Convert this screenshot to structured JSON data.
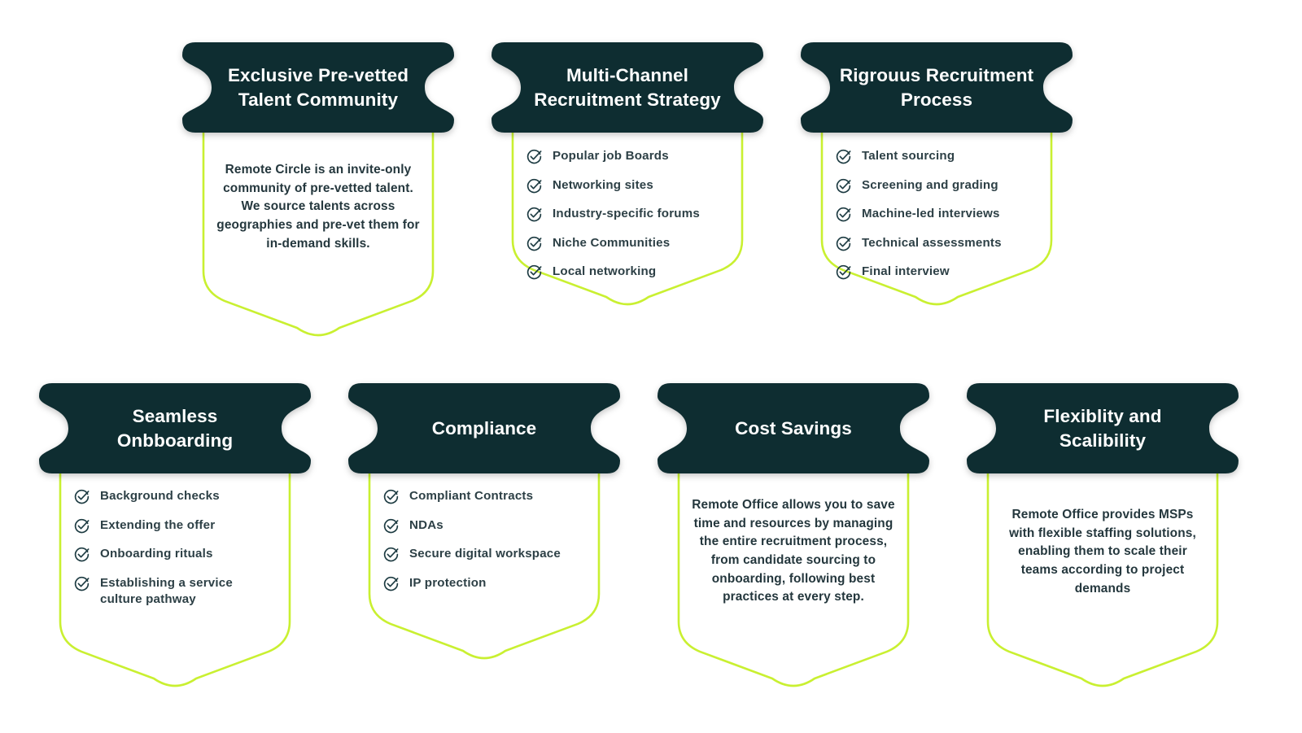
{
  "theme": {
    "background": "#ffffff",
    "ribbon_fill": "#0e2d31",
    "ribbon_text": "#ffffff",
    "accent_green": "#c9f031",
    "body_text": "#24373d",
    "list_text": "#2d4046",
    "check_icon_color": "#1d3b42"
  },
  "icons": {
    "check": "check-circle-icon"
  },
  "cards": [
    {
      "id": "exclusive-pre-vetted-talent-community",
      "title": "Exclusive Pre-vetted\nTalent Community",
      "title_line1": "Exclusive Pre-vetted",
      "title_line2": "Talent Community",
      "body_type": "paragraph",
      "paragraph": "Remote Circle is an invite-only community of pre-vetted talent. We source talents across geographies and pre-vet them for in-demand skills.",
      "items": []
    },
    {
      "id": "multi-channel-recruitment-strategy",
      "title": "Multi-Channel\nRecruitment Strategy",
      "title_line1": "Multi-Channel",
      "title_line2": "Recruitment Strategy",
      "body_type": "checklist",
      "paragraph": "",
      "items": [
        "Popular job Boards",
        "Networking sites",
        "Industry-specific forums",
        "Niche Communities",
        "Local networking"
      ]
    },
    {
      "id": "rigrouus-recruitment-process",
      "title": "Rigrouus Recruitment\nProcess",
      "title_line1": "Rigrouus Recruitment",
      "title_line2": "Process",
      "body_type": "checklist",
      "paragraph": "",
      "items": [
        "Talent sourcing",
        "Screening and grading",
        "Machine-led interviews",
        "Technical assessments",
        "Final interview"
      ]
    },
    {
      "id": "seamless-onbboarding",
      "title": "Seamless Onbboarding",
      "title_line1": "Seamless Onbboarding",
      "title_line2": "",
      "body_type": "checklist",
      "paragraph": "",
      "items": [
        "Background checks",
        "Extending the offer",
        "Onboarding rituals",
        "Establishing a service\nculture pathway"
      ]
    },
    {
      "id": "compliance",
      "title": "Compliance",
      "title_line1": "Compliance",
      "title_line2": "",
      "body_type": "checklist",
      "paragraph": "",
      "items": [
        "Compliant Contracts",
        "NDAs",
        "Secure digital workspace",
        "IP protection"
      ]
    },
    {
      "id": "cost-savings",
      "title": "Cost Savings",
      "title_line1": "Cost Savings",
      "title_line2": "",
      "body_type": "paragraph",
      "paragraph": "Remote Office allows you to save time and resources by managing the entire recruitment process, from candidate sourcing to onboarding, following best practices at every step.",
      "items": []
    },
    {
      "id": "flexiblity-and-scalibility",
      "title": "Flexiblity and\nScalibility",
      "title_line1": "Flexiblity and",
      "title_line2": "Scalibility",
      "body_type": "paragraph",
      "paragraph": "Remote Office provides MSPs with flexible staffing solutions, enabling them to scale their teams according to project demands",
      "items": []
    }
  ]
}
